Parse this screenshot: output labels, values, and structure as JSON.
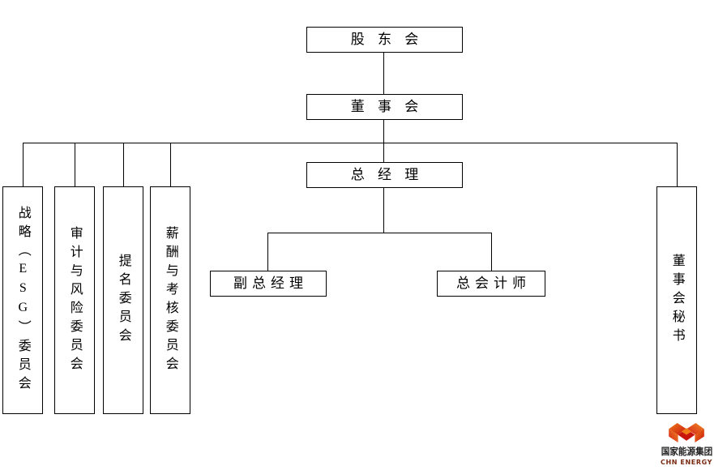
{
  "chart": {
    "type": "org-chart",
    "title": "",
    "background_color": "#ffffff",
    "line_color": "#000000"
  },
  "nodes": {
    "shareholders_meeting": "股 东 会",
    "board_of_directors": "董 事 会",
    "general_manager": "总 经 理",
    "deputy_general_manager": "副总经理",
    "chief_accountant": "总会计师",
    "board_secretary": "董事会秘书",
    "strategy_esg_committee": "战略（ESG）委员会",
    "audit_risk_committee": "审计与风险委员会",
    "nomination_committee": "提名委员会",
    "remuneration_appraisal_committee": "薪酬与考核委员会"
  },
  "logo": {
    "emblem_name": "chn-energy-emblem",
    "company_name_cn": "国家能源集团",
    "company_name_en": "CHN ENERGY",
    "color_primary": "#d4211a",
    "color_secondary": "#ef7c19"
  }
}
